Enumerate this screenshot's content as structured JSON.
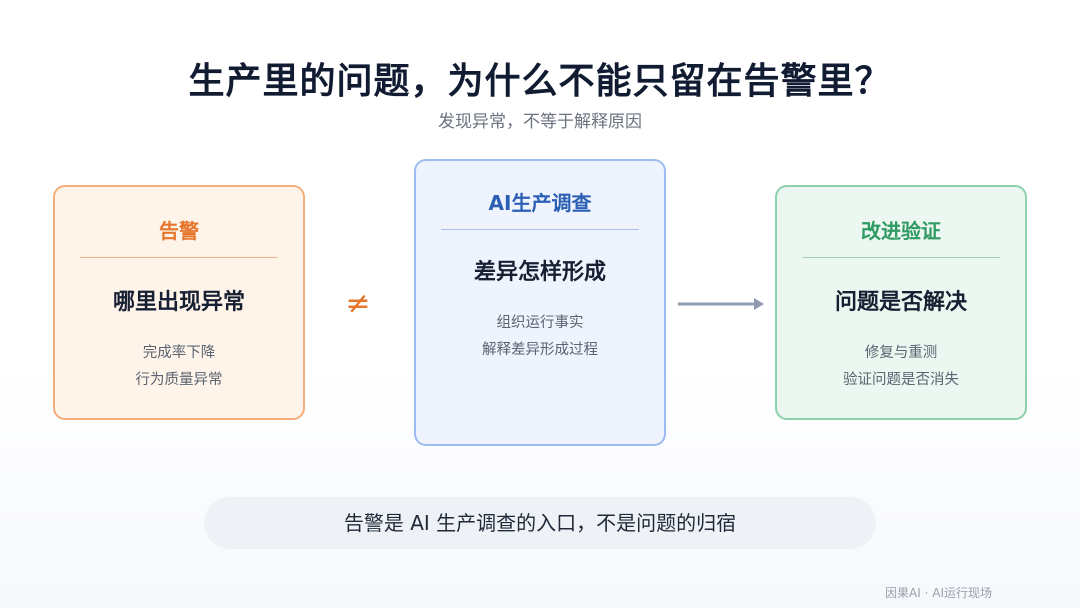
{
  "title": "生产里的问题，为什么不能只留在告警里？",
  "subtitle": "发现异常，不等于解释原因",
  "cards": [
    {
      "heading": "告警",
      "main": "哪里出现异常",
      "details": [
        "完成率下降",
        "行为质量异常"
      ]
    },
    {
      "heading": "AI生产调查",
      "main": "差异怎样形成",
      "details": [
        "组织运行事实",
        "解释差异形成过程"
      ]
    },
    {
      "heading": "改进验证",
      "main": "问题是否解决",
      "details": [
        "修复与重测",
        "验证问题是否消失"
      ]
    }
  ],
  "connectors": {
    "not_equal": "≠",
    "arrow_icon": "right-arrow-icon"
  },
  "banner": "告警是 AI 生产调查的入口，不是问题的归宿",
  "footer": "因果AI · AI运行现场",
  "colors": {
    "alert": "#e6762b",
    "ai": "#2b5fb4",
    "verify": "#2f9a62",
    "title": "#111c33"
  }
}
